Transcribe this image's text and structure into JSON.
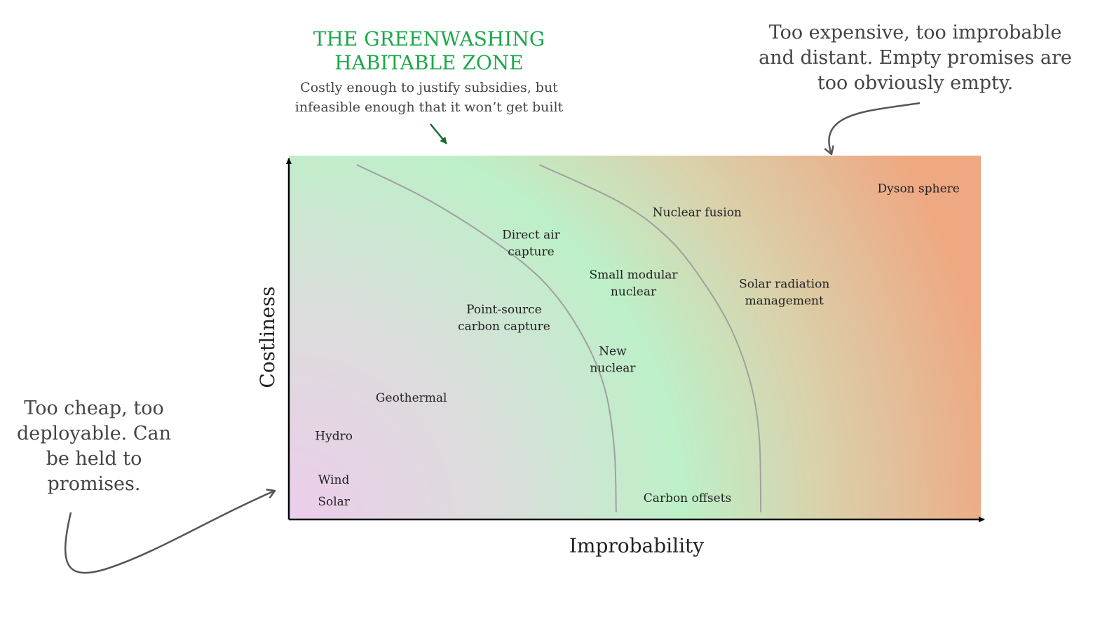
{
  "chart_data": {
    "type": "scatter",
    "title": "",
    "xlabel": "Improbability",
    "ylabel": "Costliness",
    "xlim": [
      0,
      100
    ],
    "ylim": [
      0,
      100
    ],
    "grid": false,
    "points": [
      {
        "label": [
          "Dyson sphere"
        ],
        "x": 91,
        "y": 91
      },
      {
        "label": [
          "Nuclear fusion"
        ],
        "x": 59,
        "y": 84.5
      },
      {
        "label": [
          "Direct air",
          "capture"
        ],
        "x": 35,
        "y": 76
      },
      {
        "label": [
          "Small modular",
          "nuclear"
        ],
        "x": 49.8,
        "y": 65
      },
      {
        "label": [
          "Solar radiation",
          "management"
        ],
        "x": 71.6,
        "y": 62.5
      },
      {
        "label": [
          "Point-source",
          "carbon capture"
        ],
        "x": 31.1,
        "y": 55.5
      },
      {
        "label": [
          "New",
          "nuclear"
        ],
        "x": 46.8,
        "y": 44
      },
      {
        "label": [
          "Geothermal"
        ],
        "x": 17.7,
        "y": 33.5
      },
      {
        "label": [
          "Hydro"
        ],
        "x": 6.5,
        "y": 23
      },
      {
        "label": [
          "Wind"
        ],
        "x": 6.5,
        "y": 11
      },
      {
        "label": [
          "Solar"
        ],
        "x": 6.5,
        "y": 5
      },
      {
        "label": [
          "Carbon offsets"
        ],
        "x": 57.6,
        "y": 6
      }
    ],
    "boundaries": [
      {
        "points": [
          [
            9.8,
            97.5
          ],
          [
            20,
            88
          ],
          [
            30,
            76
          ],
          [
            37,
            65
          ],
          [
            42,
            52
          ],
          [
            45.5,
            37
          ],
          [
            47,
            20
          ],
          [
            47.3,
            2
          ]
        ]
      },
      {
        "points": [
          [
            36.2,
            97.5
          ],
          [
            48,
            87
          ],
          [
            55,
            77
          ],
          [
            60,
            65
          ],
          [
            64,
            52
          ],
          [
            66.8,
            37
          ],
          [
            68,
            22
          ],
          [
            68.2,
            2
          ]
        ]
      }
    ]
  },
  "annotations": {
    "zone_title": [
      "THE GREENWASHING",
      "HABITABLE ZONE"
    ],
    "zone_subtitle": [
      "Costly enough to justify subsidies, but",
      "infeasible enough that it won’t get built"
    ],
    "top_right": [
      "Too expensive, too improbable",
      "and distant. Empty promises are",
      "too obviously empty."
    ],
    "bottom_left": [
      "Too cheap, too",
      "deployable. Can",
      "be held to",
      "promises."
    ]
  },
  "colors": {
    "gradient_bottom_left": "#eccdeb",
    "gradient_mid_gray": "#dcdcdc",
    "gradient_green": "#bdf0c8",
    "gradient_tan": "#d9d2ac",
    "gradient_orange": "#eea882",
    "zone_title": "#1aa84a",
    "zone_arrow": "#1a6b30",
    "annotation_text": "#444444",
    "annotation_arrow": "#555555",
    "boundary_line": "#a0a0a0",
    "axis": "#000000"
  }
}
